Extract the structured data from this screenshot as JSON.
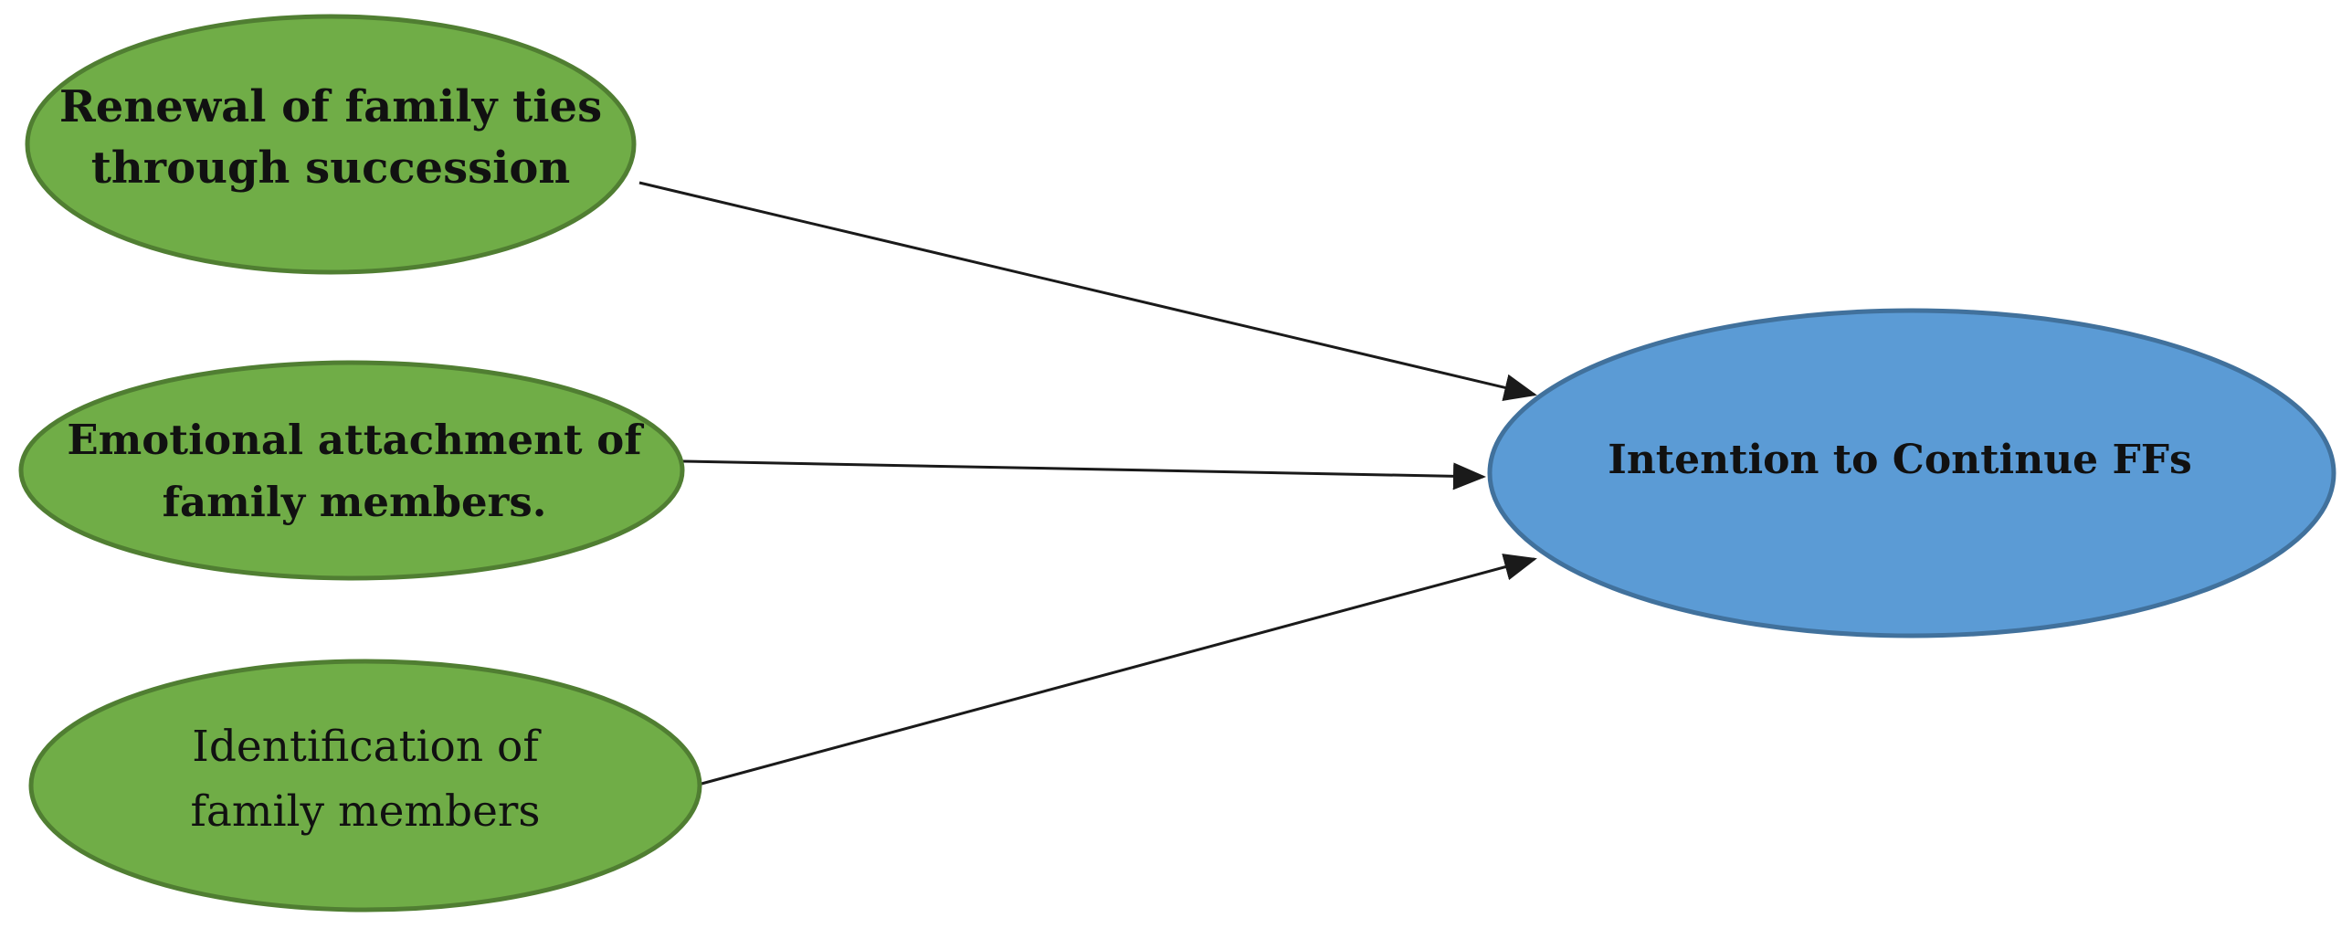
{
  "diagram": {
    "nodes": [
      {
        "id": "renewal",
        "lines": [
          "Renewal of family ties",
          "through succession"
        ],
        "color": "#70AD47"
      },
      {
        "id": "emotional",
        "lines": [
          "Emotional attachment of",
          "family members."
        ],
        "color": "#70AD47"
      },
      {
        "id": "identification",
        "lines": [
          "Identification of",
          "family members"
        ],
        "color": "#70AD47"
      },
      {
        "id": "intention",
        "lines": [
          "Intention to Continue FFs"
        ],
        "color": "#5B9BD5"
      }
    ],
    "edges": [
      {
        "from": "renewal",
        "to": "intention"
      },
      {
        "from": "emotional",
        "to": "intention"
      },
      {
        "from": "identification",
        "to": "intention"
      }
    ]
  }
}
